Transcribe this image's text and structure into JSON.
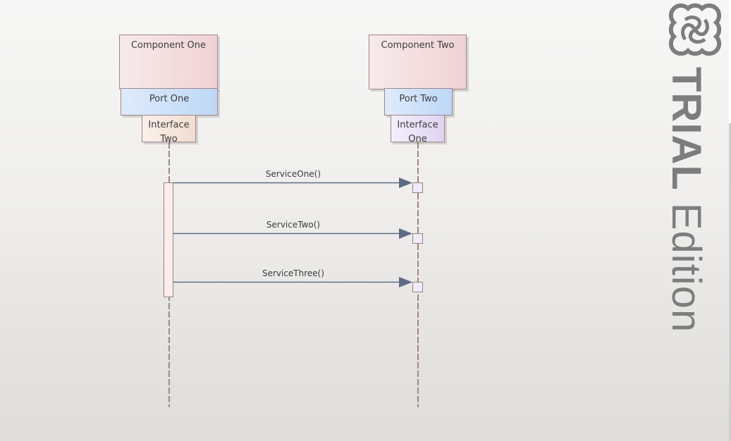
{
  "diagram": {
    "type": "sequence",
    "lifelines": [
      {
        "component": "Component One",
        "port": "Port One",
        "interface": [
          "Interface",
          "Two"
        ]
      },
      {
        "component": "Component Two",
        "port": "Port Two",
        "interface": [
          "Interface",
          "One"
        ]
      }
    ],
    "messages": [
      {
        "label": "ServiceOne()",
        "from": "Interface Two",
        "to": "Interface One"
      },
      {
        "label": "ServiceTwo()",
        "from": "Interface Two",
        "to": "Interface One"
      },
      {
        "label": "ServiceThree()",
        "from": "Interface Two",
        "to": "Interface One"
      }
    ]
  },
  "watermark": {
    "logo_icon": "sparx-logo-icon",
    "word1": "TRIAL",
    "word2": " Edition"
  },
  "colors": {
    "message_line": "#5f6b85",
    "lifeline_dash": "#a08686",
    "watermark": "#7d7d7d"
  }
}
